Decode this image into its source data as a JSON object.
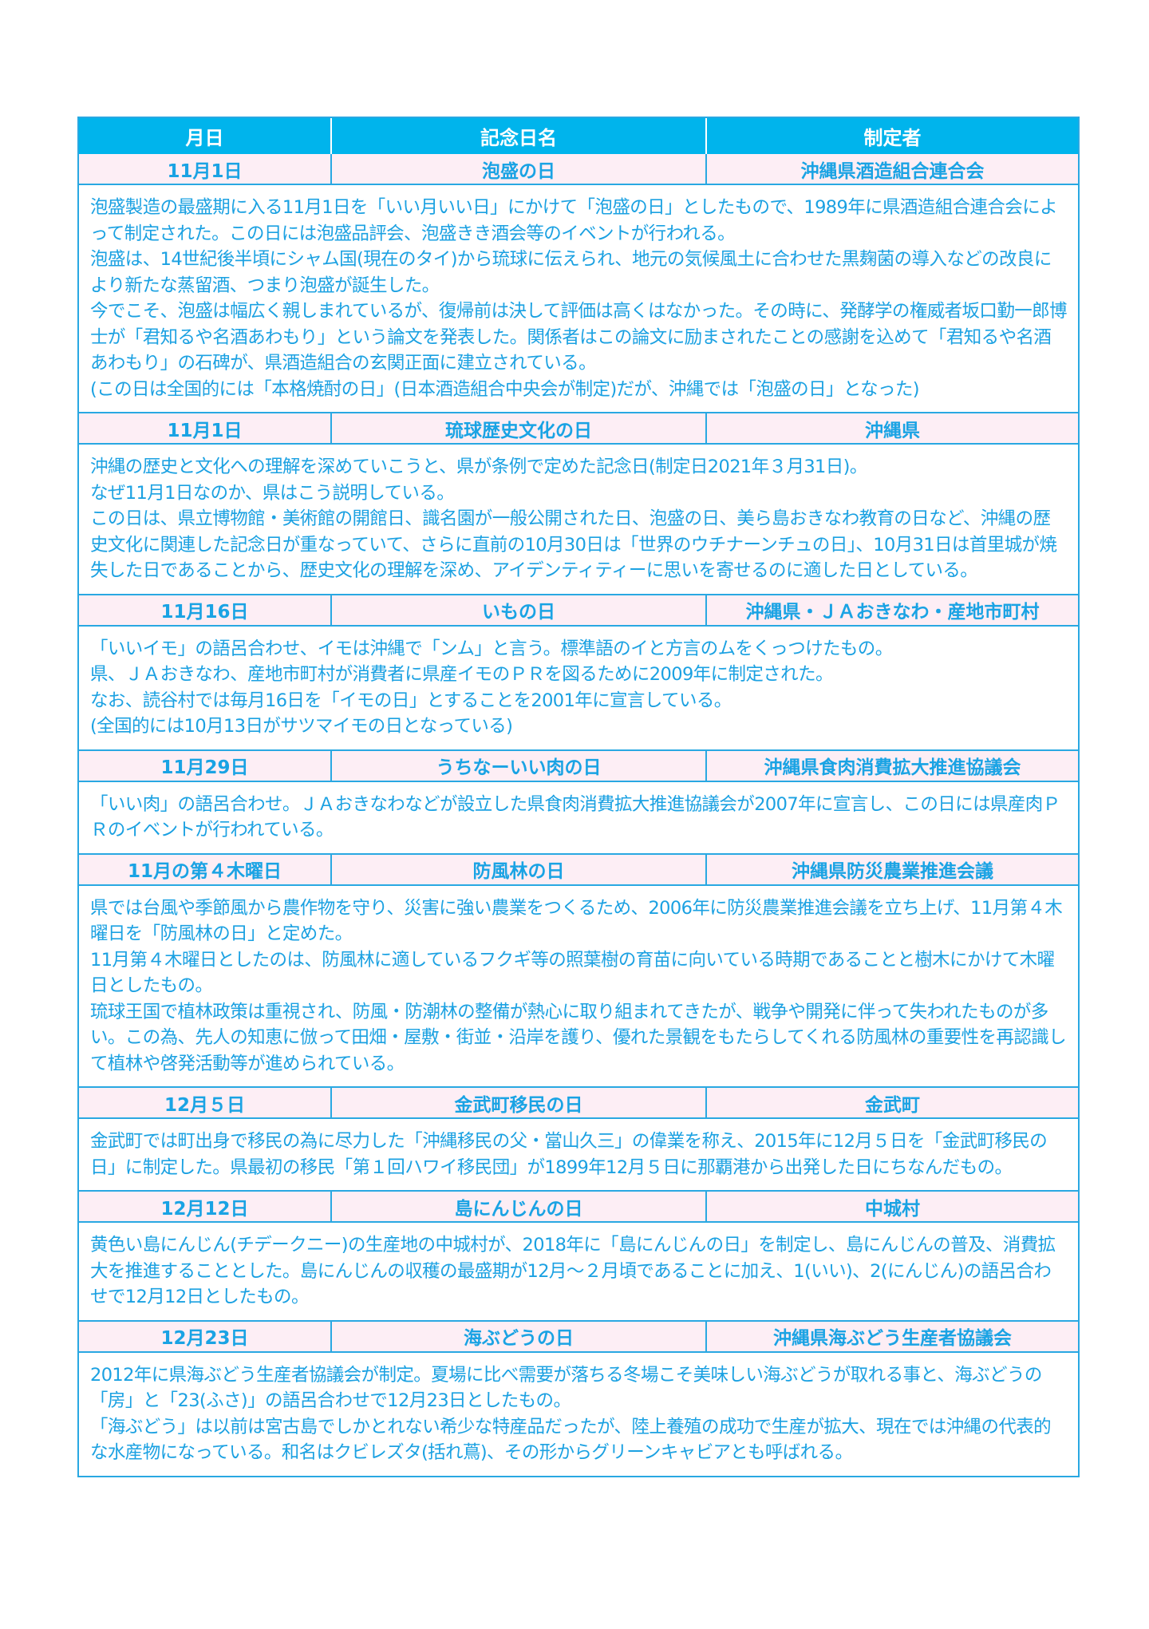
{
  "table": {
    "headers": [
      "月日",
      "記念日名",
      "制定者"
    ],
    "rows": [
      {
        "date": "11月1日",
        "name": "泡盛の日",
        "maker": "沖縄県酒造組合連合会",
        "paragraphs": [
          "泡盛製造の最盛期に入る11月1日を「いい月いい日」にかけて「泡盛の日」としたもので、1989年に県酒造組合連合会によって制定された。この日には泡盛品評会、泡盛きき酒会等のイベントが行われる。",
          "泡盛は、14世紀後半頃にシャム国(現在のタイ)から琉球に伝えられ、地元の気候風土に合わせた黒麹菌の導入などの改良により新たな蒸留酒、つまり泡盛が誕生した。",
          "今でこそ、泡盛は幅広く親しまれているが、復帰前は決して評価は高くはなかった。その時に、発酵学の権威者坂口勤一郎博士が「君知るや名酒あわもり」という論文を発表した。関係者はこの論文に励まされたことの感謝を込めて「君知るや名酒あわもり」の石碑が、県酒造組合の玄関正面に建立されている。",
          "(この日は全国的には「本格焼酎の日」(日本酒造組合中央会が制定)だが、沖縄では「泡盛の日」となった)"
        ]
      },
      {
        "date": "11月1日",
        "name": "琉球歴史文化の日",
        "maker": "沖縄県",
        "paragraphs": [
          "沖縄の歴史と文化への理解を深めていこうと、県が条例で定めた記念日(制定日2021年３月31日)。",
          "なぜ11月1日なのか、県はこう説明している。",
          "この日は、県立博物館・美術館の開館日、識名園が一般公開された日、泡盛の日、美ら島おきなわ教育の日など、沖縄の歴史文化に関連した記念日が重なっていて、さらに直前の10月30日は「世界のウチナーンチュの日」、10月31日は首里城が焼失した日であることから、歴史文化の理解を深め、アイデンティティーに思いを寄せるのに適した日としている。"
        ]
      },
      {
        "date": "11月16日",
        "name": "いもの日",
        "maker": "沖縄県・ＪＡおきなわ・産地市町村",
        "paragraphs": [
          "「いいイモ」の語呂合わせ、イモは沖縄で「ンム」と言う。標準語のイと方言のムをくっつけたもの。",
          "県、ＪＡおきなわ、産地市町村が消費者に県産イモのＰＲを図るために2009年に制定された。",
          "なお、読谷村では毎月16日を「イモの日」とすることを2001年に宣言している。",
          "(全国的には10月13日がサツマイモの日となっている)"
        ]
      },
      {
        "date": "11月29日",
        "name": "うちなーいい肉の日",
        "maker": "沖縄県食肉消費拡大推進協議会",
        "paragraphs": [
          "「いい肉」の語呂合わせ。ＪＡおきなわなどが設立した県食肉消費拡大推進協議会が2007年に宣言し、この日には県産肉ＰＲのイベントが行われている。"
        ]
      },
      {
        "date": "11月の第４木曜日",
        "name": "防風林の日",
        "maker": "沖縄県防災農業推進会議",
        "paragraphs": [
          "県では台風や季節風から農作物を守り、災害に強い農業をつくるため、2006年に防災農業推進会議を立ち上げ、11月第４木曜日を「防風林の日」と定めた。",
          "11月第４木曜日としたのは、防風林に適しているフクギ等の照葉樹の育苗に向いている時期であることと樹木にかけて木曜日としたもの。",
          "琉球王国で植林政策は重視され、防風・防潮林の整備が熱心に取り組まれてきたが、戦争や開発に伴って失われたものが多い。この為、先人の知恵に倣って田畑・屋敷・街並・沿岸を護り、優れた景観をもたらしてくれる防風林の重要性を再認識して植林や啓発活動等が進められている。"
        ]
      },
      {
        "date": "12月５日",
        "name": "金武町移民の日",
        "maker": "金武町",
        "paragraphs": [
          "金武町では町出身で移民の為に尽力した「沖縄移民の父・當山久三」の偉業を称え、2015年に12月５日を「金武町移民の日」に制定した。県最初の移民「第１回ハワイ移民団」が1899年12月５日に那覇港から出発した日にちなんだもの。"
        ]
      },
      {
        "date": "12月12日",
        "name": "島にんじんの日",
        "maker": "中城村",
        "paragraphs": [
          "黄色い島にんじん(チデークニー)の生産地の中城村が、2018年に「島にんじんの日」を制定し、島にんじんの普及、消費拡大を推進することとした。島にんじんの収穫の最盛期が12月～２月頃であることに加え、1(いい)、2(にんじん)の語呂合わせで12月12日としたもの。"
        ]
      },
      {
        "date": "12月23日",
        "name": "海ぶどうの日",
        "maker": "沖縄県海ぶどう生産者協議会",
        "paragraphs": [
          "2012年に県海ぶどう生産者協議会が制定。夏場に比べ需要が落ちる冬場こそ美味しい海ぶどうが取れる事と、海ぶどうの「房」と「23(ふさ)」の語呂合わせで12月23日としたもの。",
          "「海ぶどう」は以前は宮古島でしかとれない希少な特産品だったが、陸上養殖の成功で生産が拡大、現在では沖縄の代表的な水産物になっている。和名はクビレズタ(括れ蔦)、その形からグリーンキャビアとも呼ばれる。"
        ]
      }
    ]
  }
}
